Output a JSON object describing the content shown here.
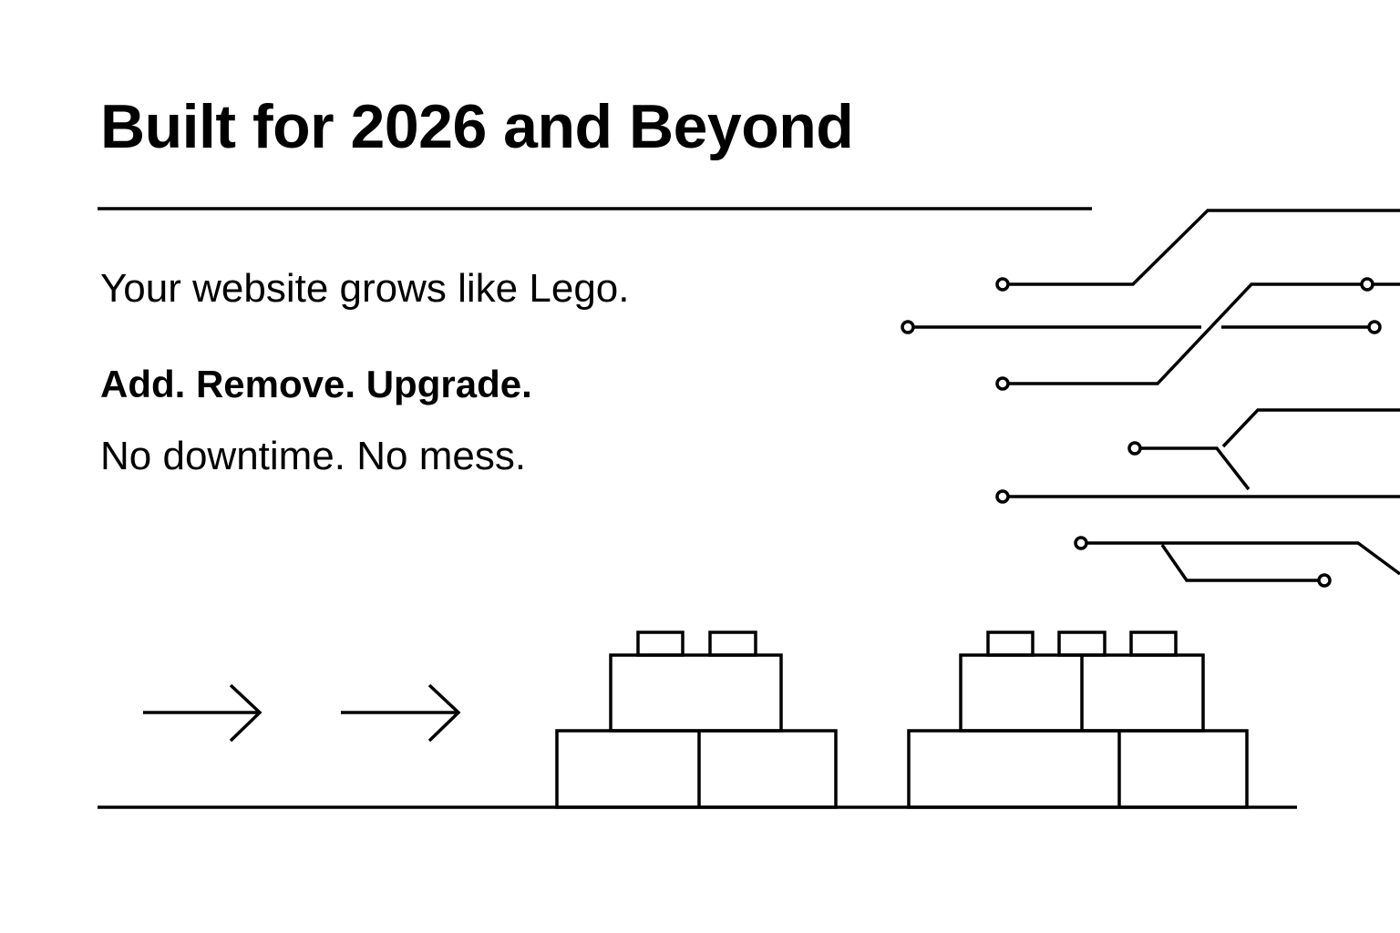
{
  "headline": "Built for 2026 and Beyond",
  "lines": {
    "tagline": "Your website grows like Lego.",
    "actions": "Add. Remove. Upgrade.",
    "benefit": "No downtime. No mess."
  },
  "colors": {
    "ink": "#000000",
    "background": "#ffffff"
  }
}
